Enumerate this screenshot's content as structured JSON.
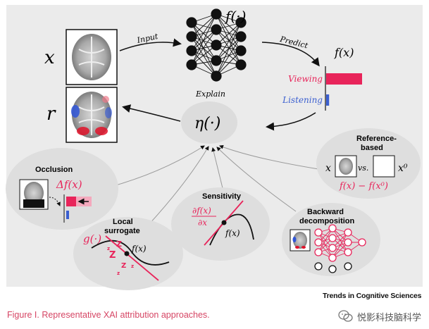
{
  "labels": {
    "x_var": "x",
    "r_var": "r",
    "f_model": "f(·)",
    "eta": "η(·)",
    "input": "Input",
    "predict": "Predict",
    "explain": "Explain",
    "fx_header": "f(x)"
  },
  "prediction_bars": {
    "items": [
      {
        "label": "Viewing",
        "value": 0.85,
        "color": "#e8245a"
      },
      {
        "label": "Listening",
        "value": 0.07,
        "color": "#3b5fd0"
      }
    ]
  },
  "methods": {
    "occlusion": {
      "title": "Occlusion",
      "formula": "Δf(x)"
    },
    "local_surrogate": {
      "title_line1": "Local",
      "title_line2": "surrogate",
      "formula": "g(·)",
      "point_label": "f(x)"
    },
    "sensitivity": {
      "title": "Sensitivity",
      "numerator": "∂f(x)",
      "denominator": "∂x",
      "point_label": "f(x)"
    },
    "backward": {
      "title_line1": "Backward",
      "title_line2": "decomposition"
    },
    "reference": {
      "title_line1": "Reference-",
      "title_line2": "based",
      "x_label": "x",
      "vs": "vs.",
      "x0_label": "x⁰",
      "formula": "f(x) − f(x⁰)"
    }
  },
  "footer": {
    "journal": "Trends in Cognitive Sciences",
    "caption": "Figure I. Representative XAI attribution approaches."
  },
  "watermark": {
    "text": "悦影科技脑科学",
    "icon": "wechat-icon"
  },
  "colors": {
    "accent": "#e8245a",
    "blue": "#3b5fd0",
    "caption": "#d64564",
    "panel": "#ebebeb"
  }
}
